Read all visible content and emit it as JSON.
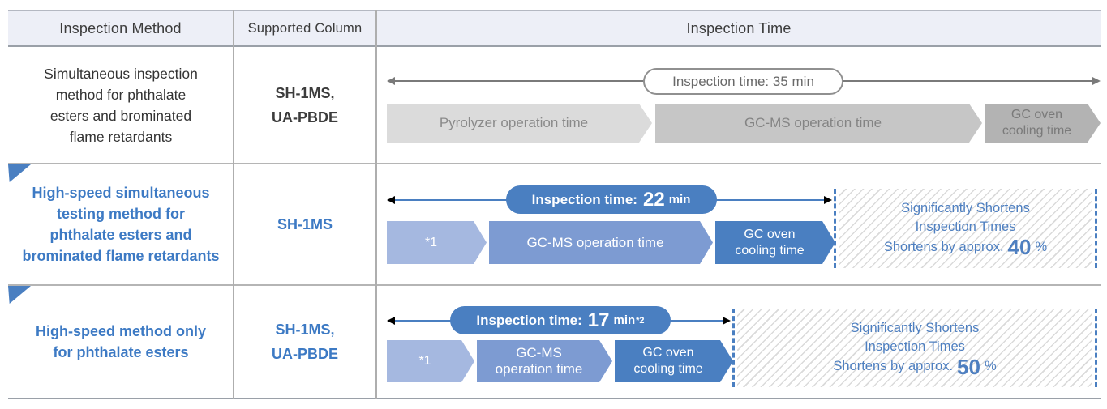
{
  "colors": {
    "accent_blue": "#4a7fc1",
    "light_blue_segment": "#a5b8e0",
    "mid_blue_segment": "#7d9bd2",
    "blue_text": "#3d7ac4",
    "gray_segment_light": "#dbdbdb",
    "gray_segment_mid": "#c6c6c6",
    "gray_segment_dark": "#b3b3b3",
    "header_bg": "#edeff7"
  },
  "header": {
    "inspection_method": "Inspection Method",
    "supported_column": "Supported Column",
    "inspection_time": "Inspection Time"
  },
  "rows": [
    {
      "method": "Simultaneous inspection\nmethod for phthalate\nesters and brominated\nflame retardants",
      "supported_column": "SH-1MS,\nUA-PBDE",
      "pill_text": "Inspection time: 35 min",
      "segments": {
        "pyrolyzer": "Pyrolyzer operation time",
        "gcms": "GC-MS operation time",
        "gc_oven": "GC oven\ncooling time"
      }
    },
    {
      "method": "High-speed simultaneous\ntesting method for\nphthalate esters and\nbrominated flame retardants",
      "supported_column": "SH-1MS",
      "pill": {
        "label": "Inspection time:",
        "value": "22",
        "unit": "min",
        "note": ""
      },
      "segments": {
        "pretreatment": "*1",
        "gcms": "GC-MS operation time",
        "gc_oven": "GC oven\ncooling time"
      },
      "benefit": {
        "lines": "Significantly Shortens\nInspection Times",
        "prefix": "Shortens by approx.",
        "value": "40",
        "unit": "%"
      }
    },
    {
      "method": "High-speed method only\nfor phthalate esters",
      "supported_column": "SH-1MS,\nUA-PBDE",
      "pill": {
        "label": "Inspection time:",
        "value": "17",
        "unit": "min",
        "note": "*2"
      },
      "segments": {
        "pretreatment": "*1",
        "gcms": "GC-MS\noperation time",
        "gc_oven": "GC oven\ncooling time"
      },
      "benefit": {
        "lines": "Significantly Shortens\nInspection Times",
        "prefix": "Shortens by approx.",
        "value": "50",
        "unit": "%"
      }
    }
  ]
}
